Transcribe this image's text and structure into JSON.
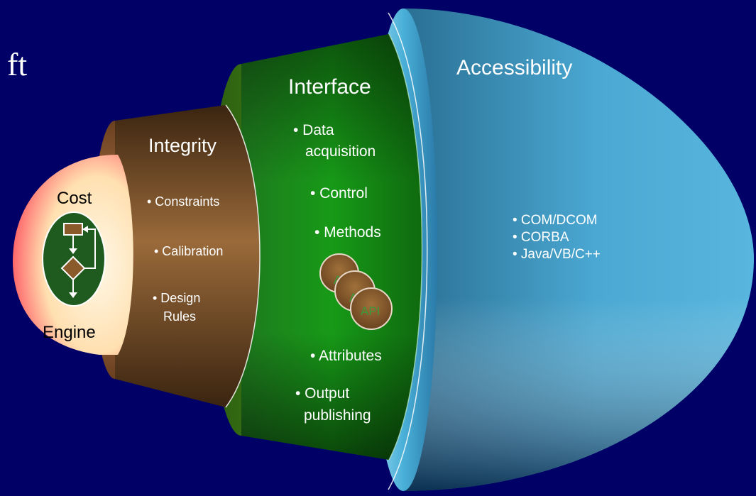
{
  "slide": {
    "title_fragment": "ft"
  },
  "layers": {
    "accessibility": {
      "title": "Accessibility",
      "bullets": [
        "• COM/DCOM",
        "• CORBA",
        "• Java/VB/C++"
      ]
    },
    "interface": {
      "title": "Interface",
      "bullets": {
        "data_line1": "• Data",
        "data_line2": "acquisition",
        "control": "• Control",
        "methods": "• Methods",
        "attributes": "• Attributes",
        "output_line1": "• Output",
        "output_line2": "publishing"
      },
      "api_label": "API"
    },
    "integrity": {
      "title": "Integrity",
      "bullets": {
        "constraints": "• Constraints",
        "calibration": "• Calibration",
        "design_line1": "• Design",
        "design_line2": "Rules"
      }
    },
    "core": {
      "top_label": "Cost",
      "bottom_label": "Engine"
    }
  },
  "colors": {
    "background": "#000066",
    "accessibility": "#4ab0d8",
    "interface": "#1a8a1a",
    "integrity": "#8a5a2a",
    "core": "#ff6060"
  }
}
